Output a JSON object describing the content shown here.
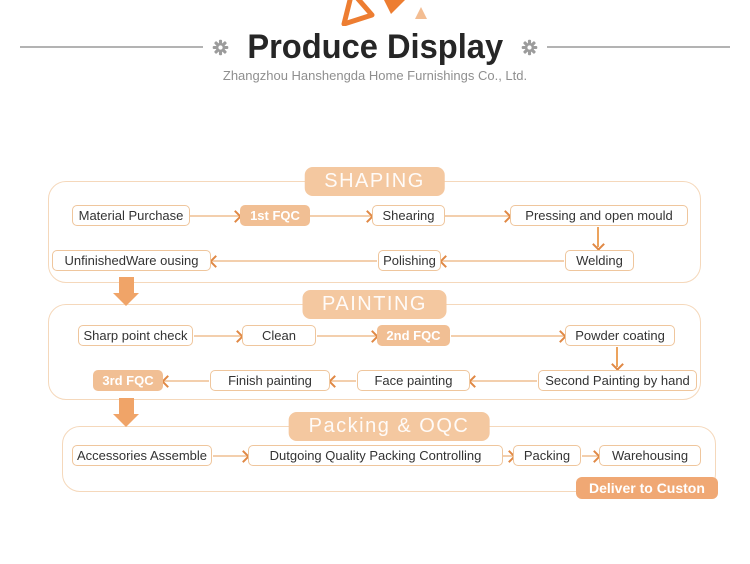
{
  "header": {
    "title": "Produce Display",
    "subtitle": "Zhangzhou Hanshengda Home Furnishings Co., Ltd."
  },
  "sections": [
    {
      "title": "SHAPING",
      "rows": [
        {
          "nodes": [
            {
              "label": "Material Purchase",
              "style": "plain"
            },
            {
              "label": "1st FQC",
              "style": "filled"
            },
            {
              "label": "Shearing",
              "style": "plain"
            },
            {
              "label": "Pressing and open mould",
              "style": "plain"
            }
          ]
        },
        {
          "nodes": [
            {
              "label": "UnfinishedWare ousing",
              "style": "plain"
            },
            {
              "label": "Polishing",
              "style": "plain"
            },
            {
              "label": "Welding",
              "style": "plain"
            }
          ]
        }
      ]
    },
    {
      "title": "PAINTING",
      "rows": [
        {
          "nodes": [
            {
              "label": "Sharp point check",
              "style": "plain"
            },
            {
              "label": "Clean",
              "style": "plain"
            },
            {
              "label": "2nd FQC",
              "style": "filled"
            },
            {
              "label": "Powder coating",
              "style": "plain"
            }
          ]
        },
        {
          "nodes": [
            {
              "label": "3rd FQC",
              "style": "filled"
            },
            {
              "label": "Finish painting",
              "style": "plain"
            },
            {
              "label": "Face painting",
              "style": "plain"
            },
            {
              "label": "Second Painting by hand",
              "style": "plain"
            }
          ]
        }
      ]
    },
    {
      "title": "Packing & OQC",
      "rows": [
        {
          "nodes": [
            {
              "label": "Accessories Assemble",
              "style": "plain"
            },
            {
              "label": "Dutgoing Quality Packing Controlling",
              "style": "plain"
            },
            {
              "label": "Packing",
              "style": "plain"
            },
            {
              "label": "Warehousing",
              "style": "plain"
            }
          ]
        }
      ],
      "deliver_badge": "Deliver to Custon"
    }
  ],
  "icons": {
    "logo": "orange-triangles-logo",
    "left_of_title": "gear-icon",
    "right_of_title": "gear-icon"
  },
  "colors": {
    "accent_orange": "#ed7d31",
    "section_border": "#f5d8bb",
    "section_badge_fill": "#f4c8a0",
    "node_border": "#efc69d",
    "fqc_fill": "#f1bf94",
    "arrow_shaft": "#f3cfad",
    "arrow_head": "#e08844",
    "big_arrow": "#f0a468",
    "deliver_fill": "#f0a874",
    "title_text": "#262626",
    "subtitle_text": "#8f8f8f",
    "divider_line": "#b3b3b3"
  }
}
